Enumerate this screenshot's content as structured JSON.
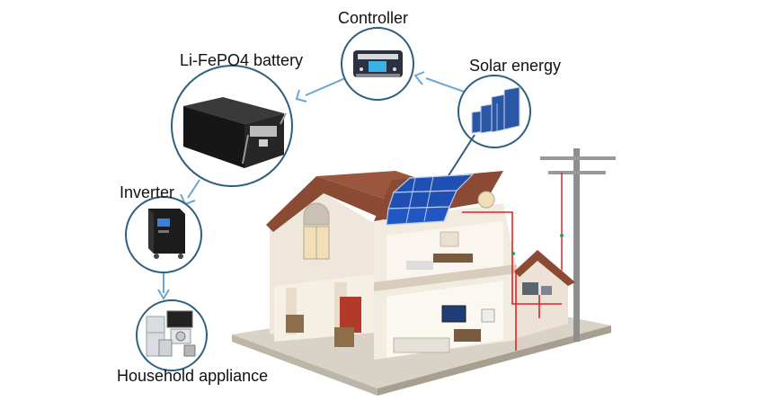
{
  "labels": {
    "controller": "Controller",
    "battery": "Li-FePO4 battery",
    "solar": "Solar energy",
    "inverter": "Inverter",
    "appliance": "Household appliance"
  },
  "colors": {
    "circle_stroke": "#2f5f7f",
    "arrow_stroke": "#6aa6d6",
    "panel_blue": "#1f4fb3",
    "roof": "#8a4a33",
    "wall": "#efe7dc",
    "wire": "#d62828"
  },
  "icons": {
    "controller": "charge-controller-icon",
    "battery": "battery-box-icon",
    "solar": "solar-panels-icon",
    "inverter": "inverter-icon",
    "appliance": "appliances-icon"
  }
}
